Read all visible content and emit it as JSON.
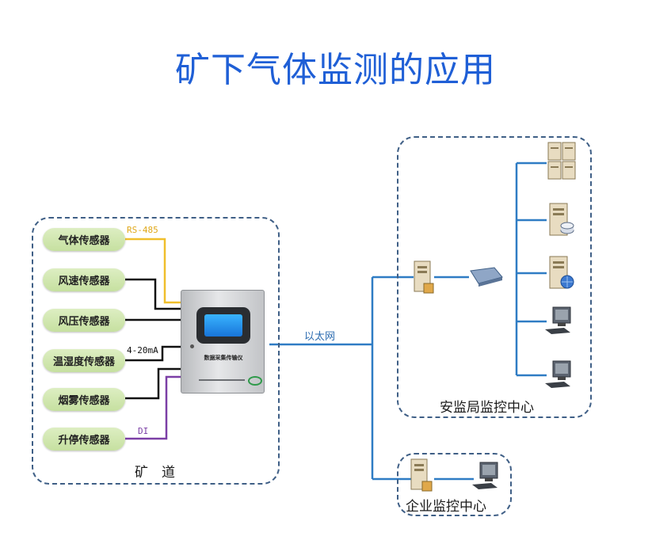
{
  "title": "矿下气体监测的应用",
  "mine": {
    "label": "矿　道",
    "sensors": [
      "气体传感器",
      "风速传感器",
      "风压传感器",
      "温湿度传感器",
      "烟雾传感器",
      "升停传感器"
    ],
    "signal_labels": {
      "rs485": "RS-485",
      "analog": "4-20mA",
      "digital": "DI"
    },
    "device_label": "数据采集传输仪"
  },
  "network": {
    "ethernet_label": "以太网"
  },
  "safety_center": {
    "label": "安监局监控中心",
    "nodes": [
      "server-rack-icon",
      "database-server-icon",
      "web-server-icon",
      "workstation-icon",
      "workstation-icon"
    ],
    "gateway": "server-icon",
    "switch": "network-switch-icon"
  },
  "enterprise_center": {
    "label": "企业监控中心",
    "nodes": [
      "server-icon",
      "workstation-icon"
    ]
  },
  "colors": {
    "title": "#1f5fd6",
    "zone_border": "#3f5f86",
    "network": "#2f7cc4",
    "rs485": "#f0bf2c",
    "analog": "#111111",
    "digital": "#7b3fa6",
    "sensor_fill": "#cfe5ad"
  }
}
